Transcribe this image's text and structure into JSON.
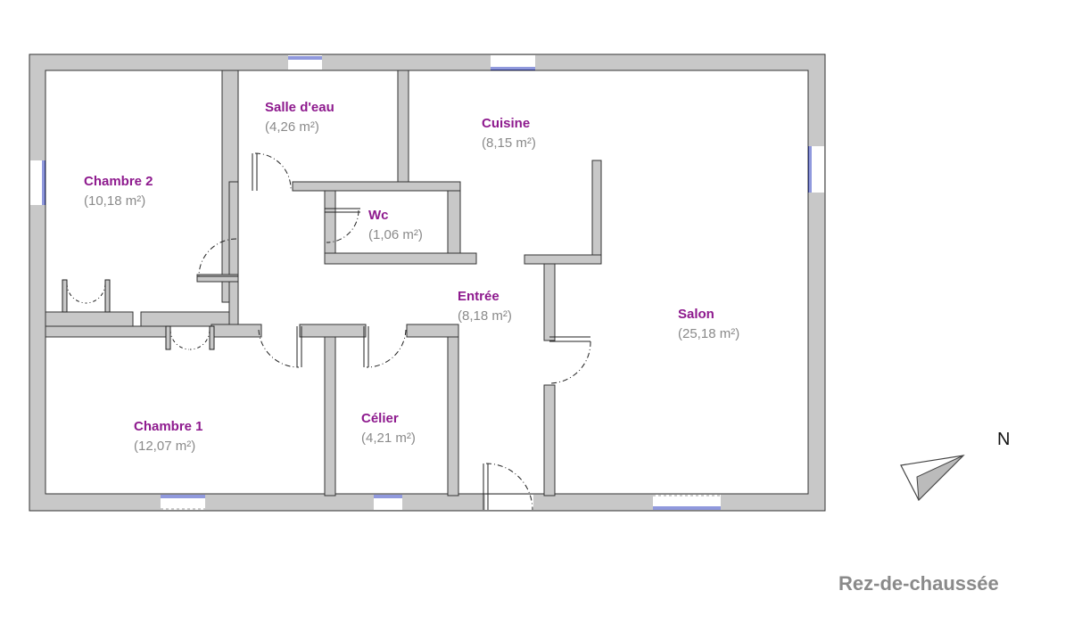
{
  "colors": {
    "room_name": "#8e1a8e",
    "area_text": "#8a8a8a",
    "wall_fill": "#c8c8c8",
    "wall_stroke": "#333333",
    "window": "#2233bb",
    "door": "#222222"
  },
  "rooms": [
    {
      "id": "salle-deau",
      "name": "Salle d'eau",
      "area": "(4,26 m²)"
    },
    {
      "id": "cuisine",
      "name": "Cuisine",
      "area": "(8,15 m²)"
    },
    {
      "id": "chambre-2",
      "name": "Chambre 2",
      "area": "(10,18 m²)"
    },
    {
      "id": "wc",
      "name": "Wc",
      "area": "(1,06 m²)"
    },
    {
      "id": "entree",
      "name": "Entrée",
      "area": "(8,18 m²)"
    },
    {
      "id": "salon",
      "name": "Salon",
      "area": "(25,18 m²)"
    },
    {
      "id": "chambre-1",
      "name": "Chambre 1",
      "area": "(12,07 m²)"
    },
    {
      "id": "celier",
      "name": "Célier",
      "area": "(4,21 m²)"
    }
  ],
  "compass": {
    "label": "N"
  },
  "floor_label": "Rez-de-chaussée"
}
